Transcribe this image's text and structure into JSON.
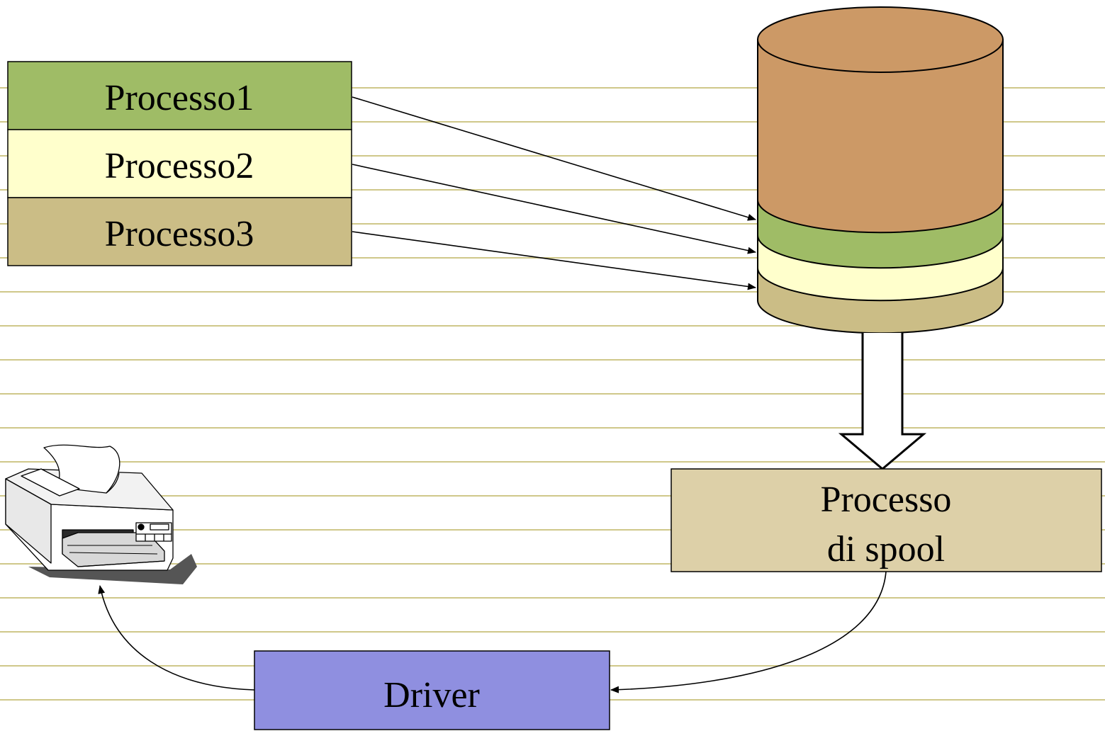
{
  "processes": [
    {
      "label": "Processo1",
      "color": "#9fbc66"
    },
    {
      "label": "Processo2",
      "color": "#ffffcc"
    },
    {
      "label": "Processo3",
      "color": "#cbbd86"
    }
  ],
  "spool_process": {
    "line1": "Processo",
    "line2": "di spool",
    "color": "#ddd0a8"
  },
  "driver": {
    "label": "Driver",
    "color": "#8f8fe0"
  },
  "disk": {
    "top_color": "#cc9966",
    "bands": [
      "#9fbc66",
      "#ffffcc",
      "#cbbd86"
    ]
  },
  "printer": {
    "icon": "printer-icon"
  },
  "background": {
    "rule_color": "#cfc88a"
  }
}
